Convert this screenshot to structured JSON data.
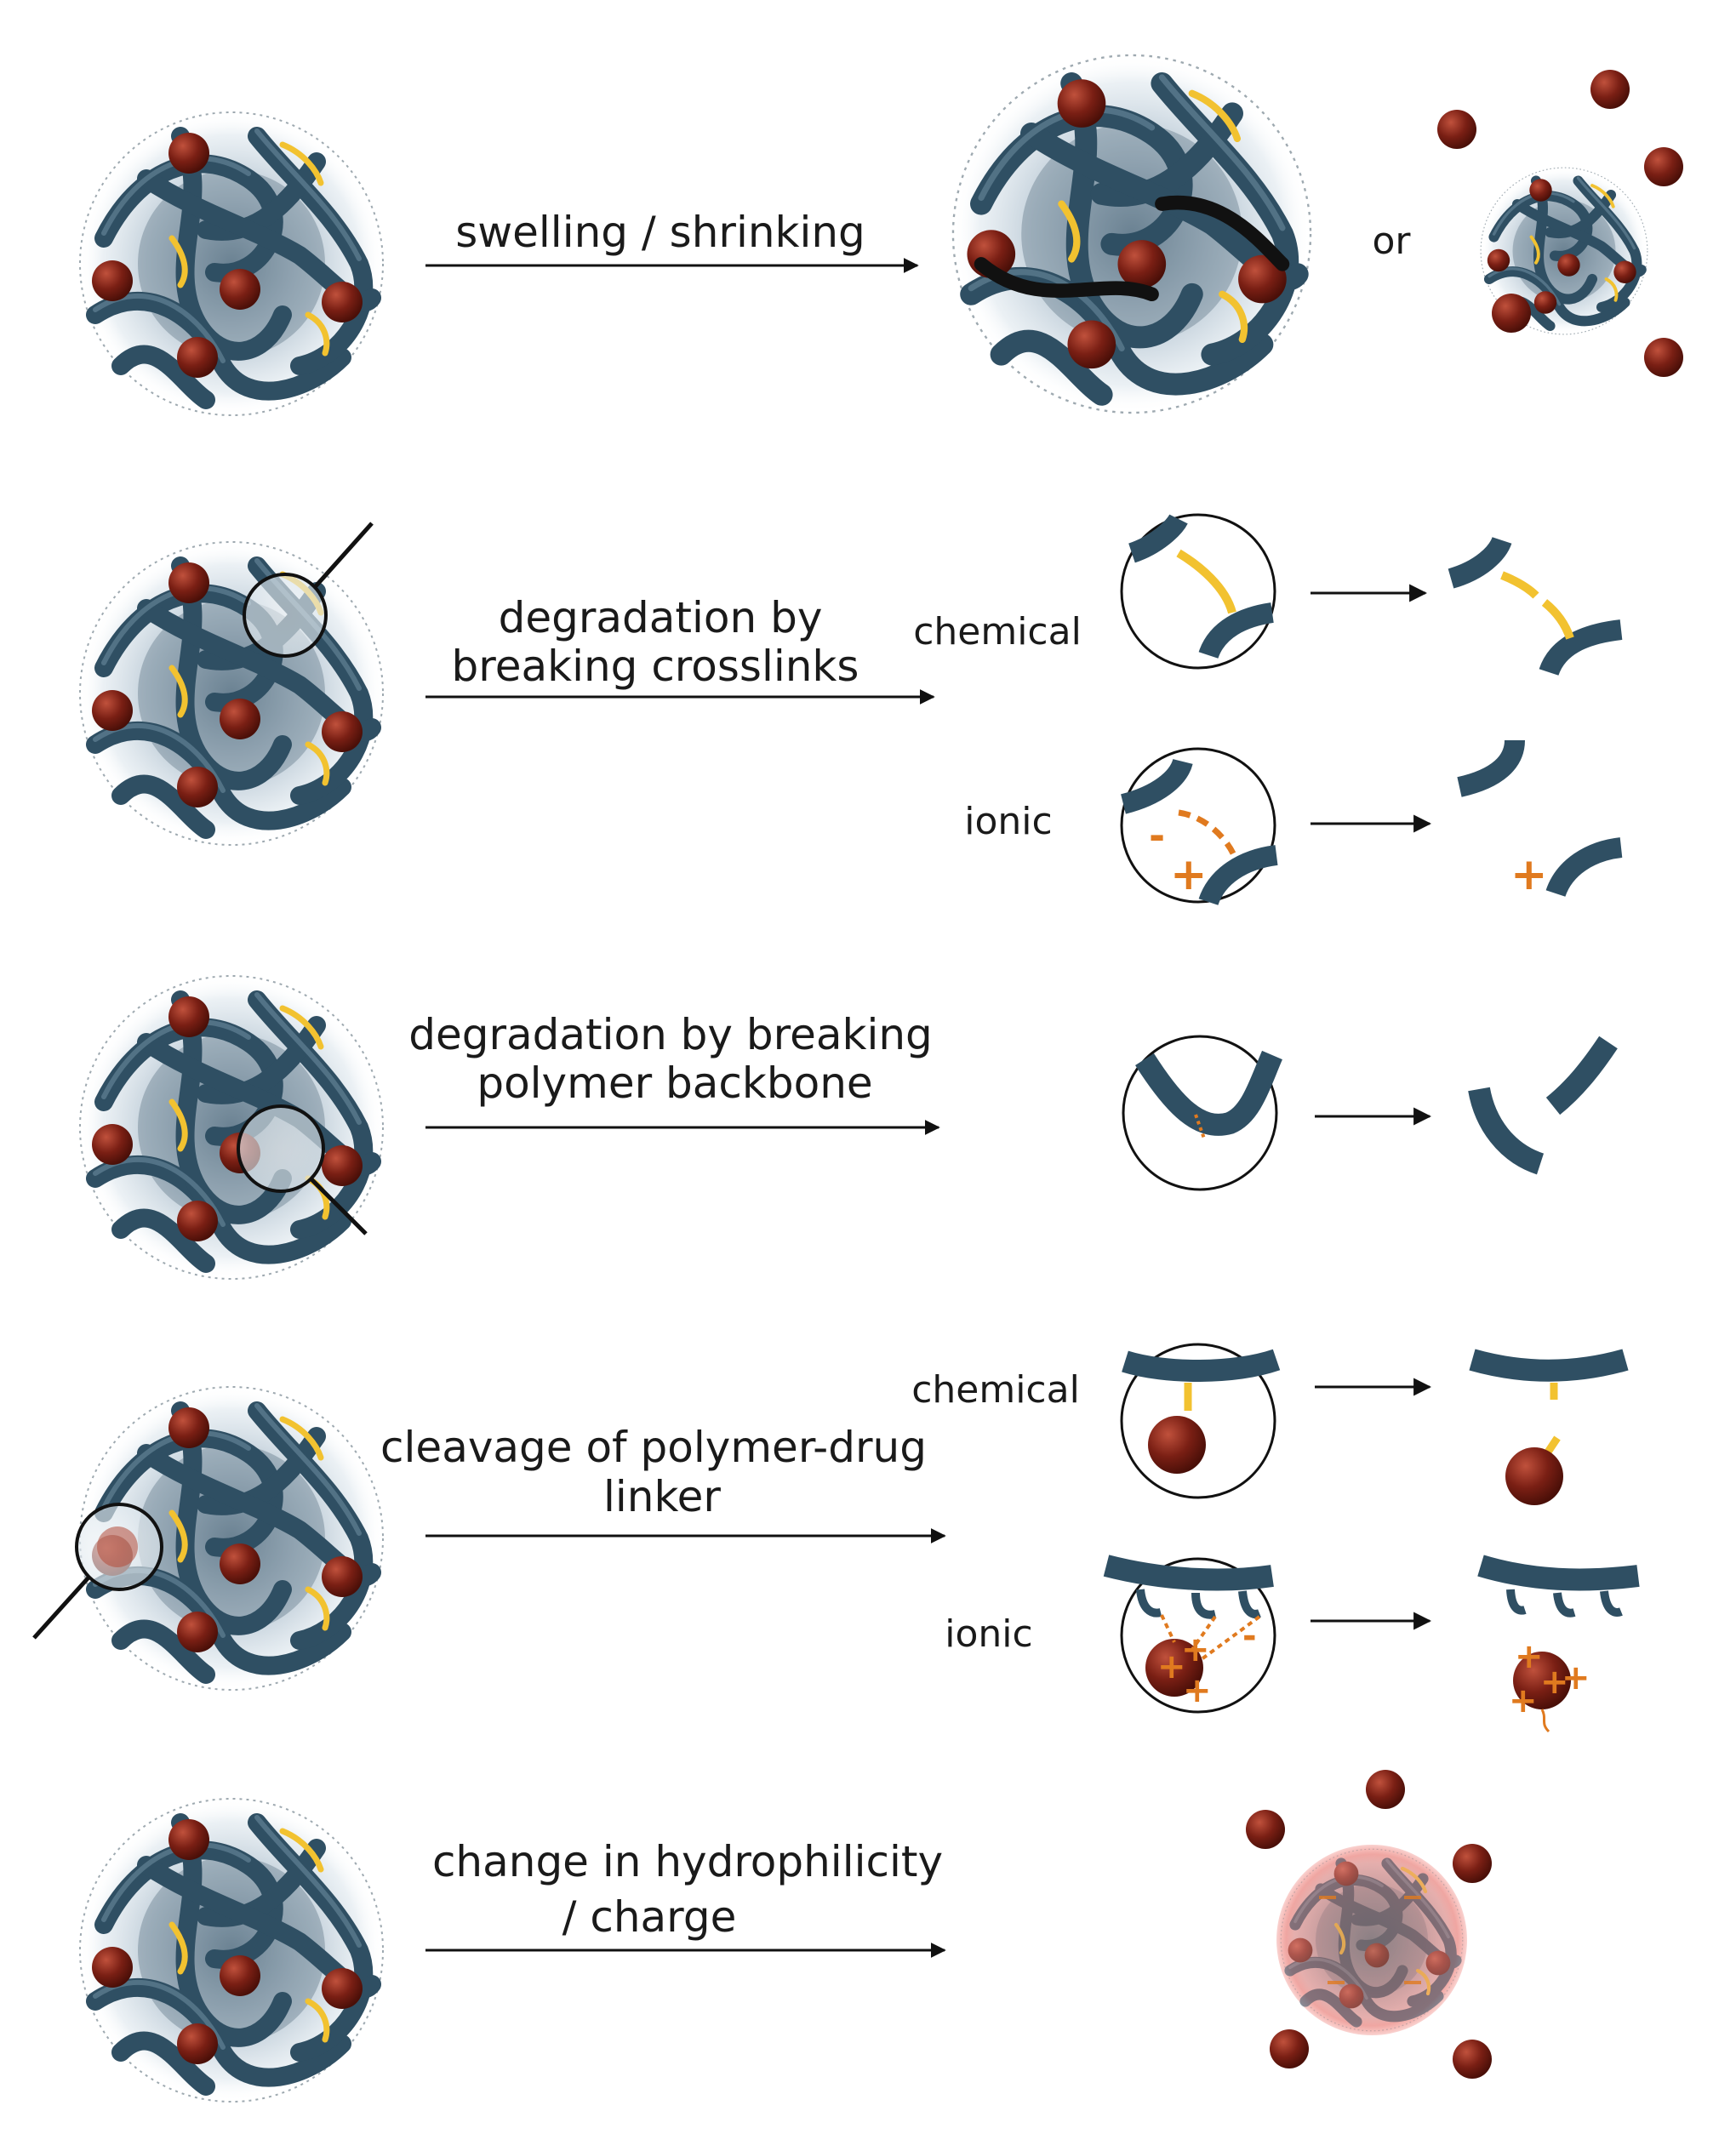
{
  "colors": {
    "polymer": "#2f4f63",
    "polymer_highlight": "#6f8fa3",
    "crosslink": "#f2c230",
    "drug": "#7a1f14",
    "drug_highlight": "#b24a38",
    "ionic": "#e07a1f",
    "shell": "#d7e2ea",
    "hydrophilic_halo": "#e88b8b",
    "arrow": "#111111"
  },
  "rows": [
    {
      "mechanism": "swelling / shrinking",
      "or_label": "or"
    },
    {
      "mechanism_line1": "degradation by",
      "mechanism_line2": "breaking crosslinks",
      "chemical_label": "chemical",
      "ionic_label": "ionic"
    },
    {
      "mechanism_line1": "degradation by breaking",
      "mechanism_line2": "polymer backbone"
    },
    {
      "mechanism_line1": "cleavage of polymer-drug",
      "mechanism_line2": "linker",
      "chemical_label": "chemical",
      "ionic_label": "ionic"
    },
    {
      "mechanism_line1": "change in hydrophilicity",
      "mechanism_line2": "/ charge"
    }
  ],
  "symbols": {
    "plus": "+",
    "minus": "-"
  }
}
